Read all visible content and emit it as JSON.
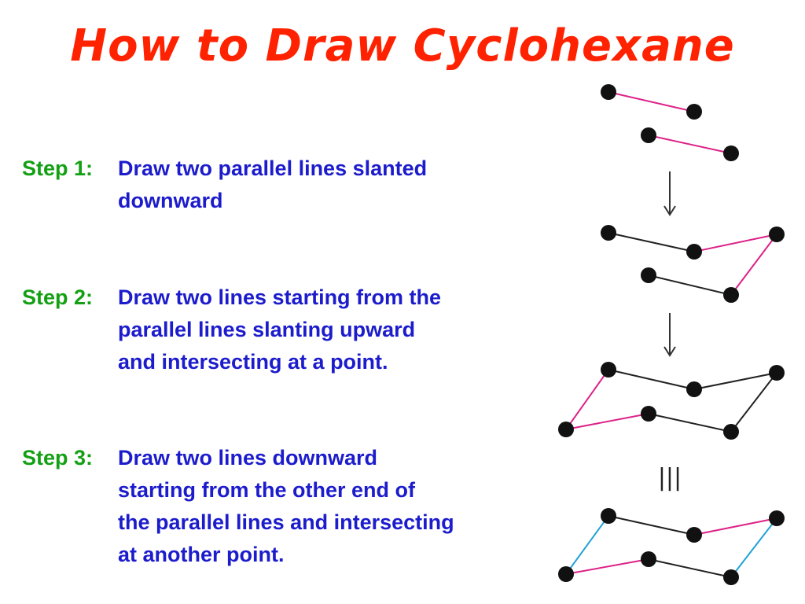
{
  "title": "How to Draw Cyclohexane",
  "steps": [
    {
      "label": "Step 1:",
      "lines": [
        "Draw two parallel lines slanted",
        "downward"
      ]
    },
    {
      "label": "Step 2:",
      "lines": [
        "Draw two lines starting from the",
        "parallel lines slanting upward",
        "and intersecting at a point."
      ]
    },
    {
      "label": "Step 3:",
      "lines": [
        "Draw two lines downward",
        "starting from the other end of",
        "the parallel lines and intersecting",
        "at another point."
      ]
    }
  ],
  "congruent_symbol": "|||",
  "colors": {
    "title": "#ff2200",
    "step_label": "#14a014",
    "step_text": "#1c1ccc",
    "new_bond": "#dd2288",
    "final_bond": "#22a2d6",
    "bond": "#222222",
    "atom": "#111111",
    "arrow": "#333333"
  },
  "icons": {
    "down_arrow": "down-arrow-icon",
    "atom": "atom-dot-icon"
  }
}
